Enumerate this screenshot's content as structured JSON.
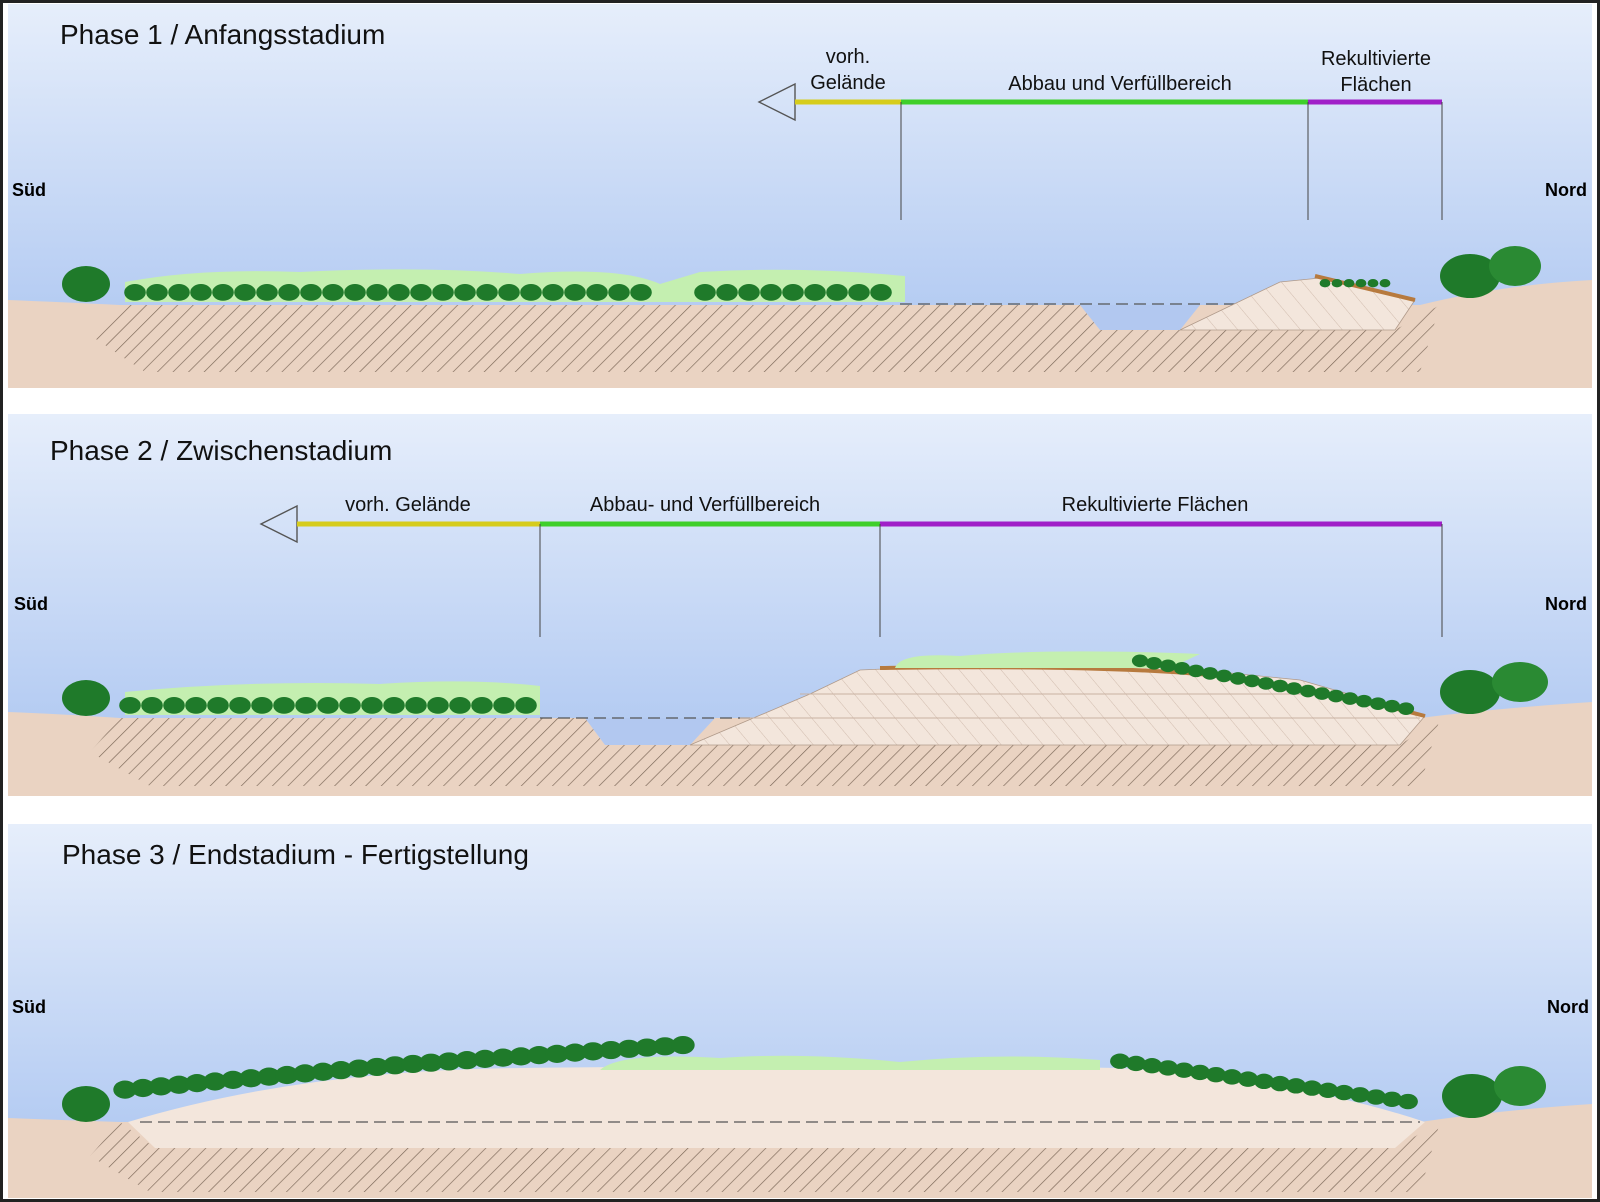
{
  "phases": [
    {
      "title": "Phase 1 / Anfangsstadium",
      "south_label": "Süd",
      "north_label": "Nord",
      "zones": {
        "existing": {
          "line1": "vorh.",
          "line2": "Gelände",
          "color": "#d6cc1c"
        },
        "extraction": {
          "label": "Abbau und Verfüllbereich",
          "color": "#3fcf2a"
        },
        "recultivated": {
          "line1": "Rekultivierte",
          "line2": "Flächen",
          "color": "#a020c8"
        }
      }
    },
    {
      "title": "Phase 2 / Zwischenstadium",
      "south_label": "Süd",
      "north_label": "Nord",
      "zones": {
        "existing": {
          "label": "vorh. Gelände",
          "color": "#d6cc1c"
        },
        "extraction": {
          "label": "Abbau- und Verfüllbereich",
          "color": "#3fcf2a"
        },
        "recultivated": {
          "label": "Rekultivierte Flächen",
          "color": "#a020c8"
        }
      }
    },
    {
      "title": "Phase 3 / Endstadium - Fertigstellung",
      "south_label": "Süd",
      "north_label": "Nord"
    }
  ],
  "colors": {
    "sky_top": "#e6eefb",
    "sky_bottom": "#a8c3f0",
    "ground": "#ead3c2",
    "fill": "#f3e6dc",
    "hatch": "#7a6656",
    "tree_dark": "#1f7a2a",
    "tree_light": "#c4efb0",
    "topsoil": "#b77a3e"
  }
}
